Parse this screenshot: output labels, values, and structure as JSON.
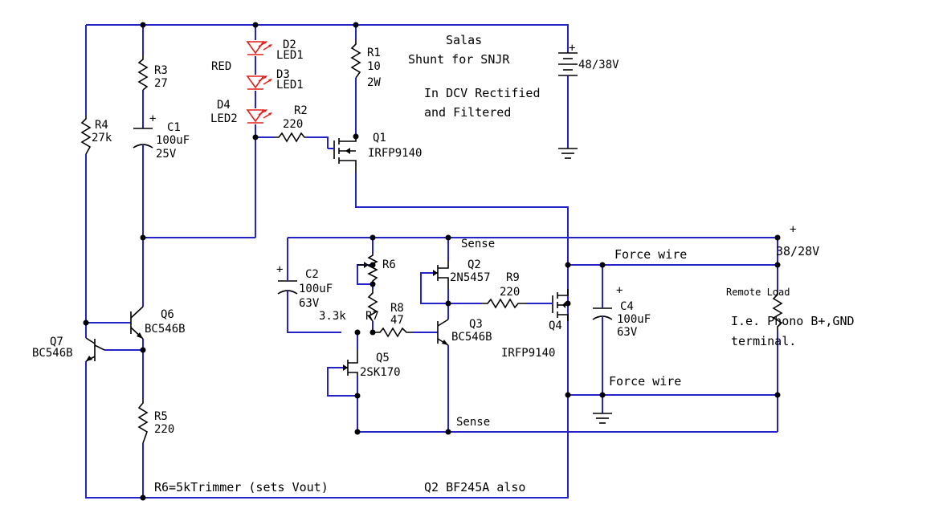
{
  "notes": {
    "title": "Salas",
    "subtitle": "Shunt for SNJR",
    "in_line1": "In DCV Rectified",
    "in_line2": "and Filtered",
    "supply": "48/38V",
    "plus": "+",
    "out_voltage": "38/28V",
    "remote_load": "Remote Load",
    "load_line1": "I.e. Phono B+,GND",
    "load_line2": "terminal.",
    "force_top": "Force wire",
    "force_bottom": "Force wire",
    "sense_top": "Sense",
    "sense_bottom": "Sense",
    "trimmer_note": "R6=5kTrimmer (sets Vout)",
    "q2_note": "Q2  BF245A also",
    "red": "RED"
  },
  "components": {
    "r1": {
      "ref": "R1",
      "v1": "10",
      "v2": "2W"
    },
    "r2": {
      "ref": "R2",
      "value": "220"
    },
    "r3": {
      "ref": "R3",
      "value": "27"
    },
    "r4": {
      "ref": "R4",
      "value": "27k"
    },
    "r5": {
      "ref": "R5",
      "value": "220"
    },
    "r6": {
      "ref": "R6"
    },
    "r7": {
      "ref": "R7",
      "value": "3.3k"
    },
    "r8": {
      "ref": "R8",
      "value": "47"
    },
    "r9": {
      "ref": "R9",
      "value": "220"
    },
    "c1": {
      "ref": "C1",
      "v1": "100uF",
      "v2": "25V"
    },
    "c2": {
      "ref": "C2",
      "v1": "100uF",
      "v2": "63V"
    },
    "c4": {
      "ref": "C4",
      "v1": "100uF",
      "v2": "63V"
    },
    "d2": {
      "ref": "D2",
      "value": "LED1"
    },
    "d3": {
      "ref": "D3",
      "value": "LED1"
    },
    "d4": {
      "ref": "D4",
      "value": "LED2"
    },
    "q1": {
      "ref": "Q1",
      "value": "IRFP9140"
    },
    "q2": {
      "ref": "Q2",
      "value": "2N5457"
    },
    "q3": {
      "ref": "Q3",
      "value": "BC546B"
    },
    "q4": {
      "ref": "Q4",
      "value": "IRFP9140"
    },
    "q5": {
      "ref": "Q5",
      "value": "2SK170"
    },
    "q6": {
      "ref": "Q6",
      "value": "BC546B"
    },
    "q7": {
      "ref": "Q7",
      "value": "BC546B"
    }
  },
  "colors": {
    "wire": "#2323c8",
    "component": "#000000",
    "led": "#e0201c"
  }
}
